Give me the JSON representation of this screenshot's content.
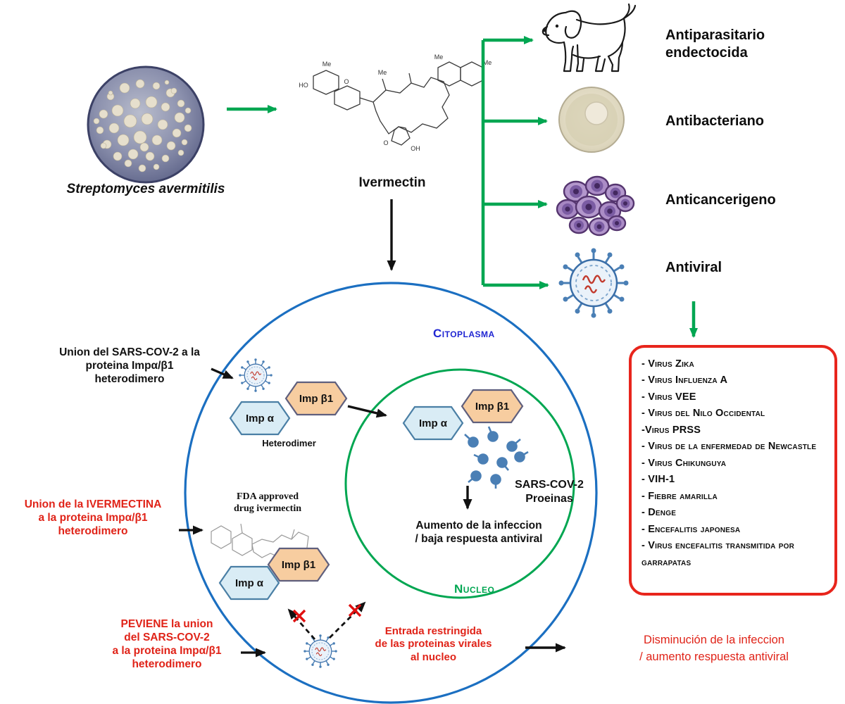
{
  "colors": {
    "arrow_green": "#00a651",
    "membrane_blue": "#1b6fc1",
    "nucleus_green": "#00a651",
    "alert_red": "#e02318",
    "citoplasma_blue": "#2026d2",
    "imp_alpha_fill": "#d9ecf5",
    "imp_beta_fill": "#f7cda0"
  },
  "top_row": {
    "source_label": "Streptomyces avermitilis",
    "compound_label": "Ivermectin",
    "uses": [
      {
        "label": "Antiparasitario\nendectocida",
        "icon": "dog-icon"
      },
      {
        "label": "Antibacteriano",
        "icon": "petri-dish-icon"
      },
      {
        "label": "Anticancerigeno",
        "icon": "cancer-cells-icon"
      },
      {
        "label": "Antiviral",
        "icon": "virus-icon"
      }
    ]
  },
  "virus_box": {
    "items": [
      "- Virus Zika",
      "- Virus Influenza A",
      "- Virus VEE",
      "- Virus  del Nilo Occidental",
      "-Virus PRSS",
      "- Virus de la enfermedad de Newcastle",
      "- Virus Chikunguya",
      "- VIH-1",
      "- Fiebre amarilla",
      "- Denge",
      "- Encefalitis japonesa",
      "- Virus encefalitis transmitida por garrapatas"
    ]
  },
  "chem": {
    "me": "Me",
    "ho": "HO",
    "o": "O",
    "oh": "OH"
  },
  "cell": {
    "citoplasma": "Citoplasma",
    "nucleo": "Nucleo",
    "heterodimer": "Heterodimer",
    "imp_alpha": "Imp α",
    "imp_beta": "Imp β1",
    "sars_proteins": "SARS-COV-2\nProeinas",
    "outcome_nucleus": "Aumento de la infeccion\n/ baja respuesta antiviral",
    "fda": "FDA approved\ndrug ivermectin"
  },
  "annotations": {
    "union_sars": "Union del SARS-COV-2 a la\nproteina Impα/β1\nheterodimero",
    "union_ivm": "Union de la IVERMECTINA\na la proteina Impα/β1\nheterodimero",
    "previene": "PEVIENE la union\ndel SARS-COV-2\na la proteina Impα/β1\nheterodimero",
    "entrada": "Entrada restringida\nde las proteinas virales\nal nucleo",
    "disminucion": "Disminución de la infeccion\n/ aumento respuesta antiviral"
  }
}
